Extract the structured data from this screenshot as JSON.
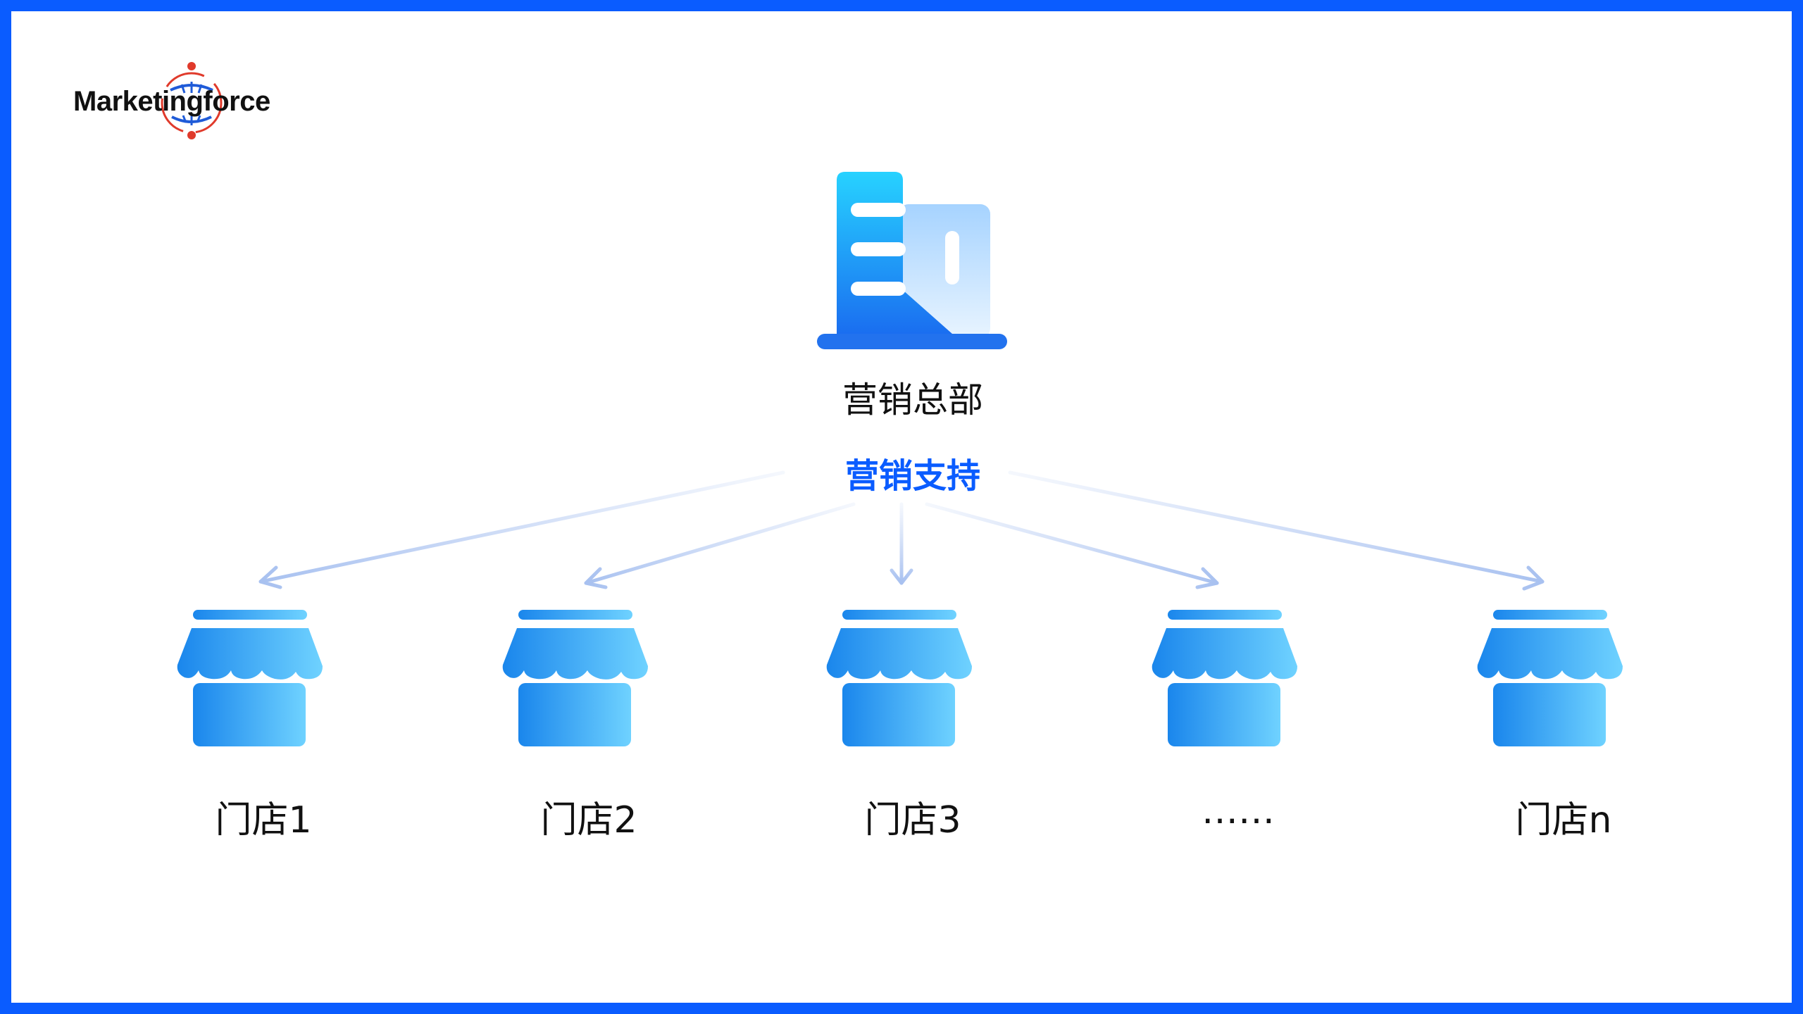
{
  "logo": {
    "text": "Marketingforce"
  },
  "headquarters": {
    "label": "营销总部",
    "icon": "office-building-icon"
  },
  "support": {
    "label": "营销支持"
  },
  "stores": [
    {
      "label": "门店1",
      "icon": "storefront-icon"
    },
    {
      "label": "门店2",
      "icon": "storefront-icon"
    },
    {
      "label": "门店3",
      "icon": "storefront-icon"
    },
    {
      "label": "……",
      "icon": "storefront-icon"
    },
    {
      "label": "门店n",
      "icon": "storefront-icon"
    }
  ],
  "colors": {
    "border": "#0a5cff",
    "accent_text": "#0a5cff",
    "icon_dark": "#1a7df0",
    "icon_light": "#6fd0ff",
    "arrow": "#b9cdf3"
  }
}
